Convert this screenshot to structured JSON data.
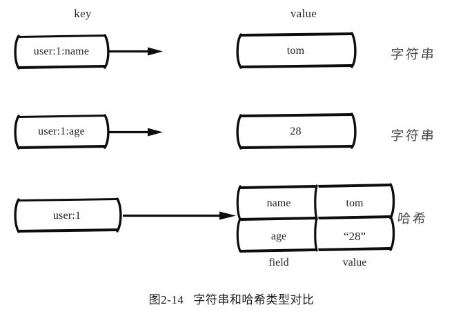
{
  "figure": {
    "caption_number": "图2-14",
    "caption_title": "字符串和哈希类型对比",
    "headers": {
      "key": "key",
      "value": "value"
    },
    "ink_color": "#101010",
    "text_color": "#232323",
    "background": "#ffffff"
  },
  "rows": [
    {
      "key_label": "user:1:name",
      "value_label": "tom",
      "type_label": "字符串",
      "arrow": "arrow-right"
    },
    {
      "key_label": "user:1:age",
      "value_label": "28",
      "type_label": "字符串",
      "arrow": "arrow-right"
    },
    {
      "key_label": "user:1",
      "type_label": "哈希",
      "arrow": "arrow-right"
    }
  ],
  "hash_table": {
    "column_footers": {
      "field": "field",
      "value": "value"
    },
    "entries": [
      {
        "field": "name",
        "value": "tom"
      },
      {
        "field": "age",
        "value": "“28”"
      }
    ]
  }
}
